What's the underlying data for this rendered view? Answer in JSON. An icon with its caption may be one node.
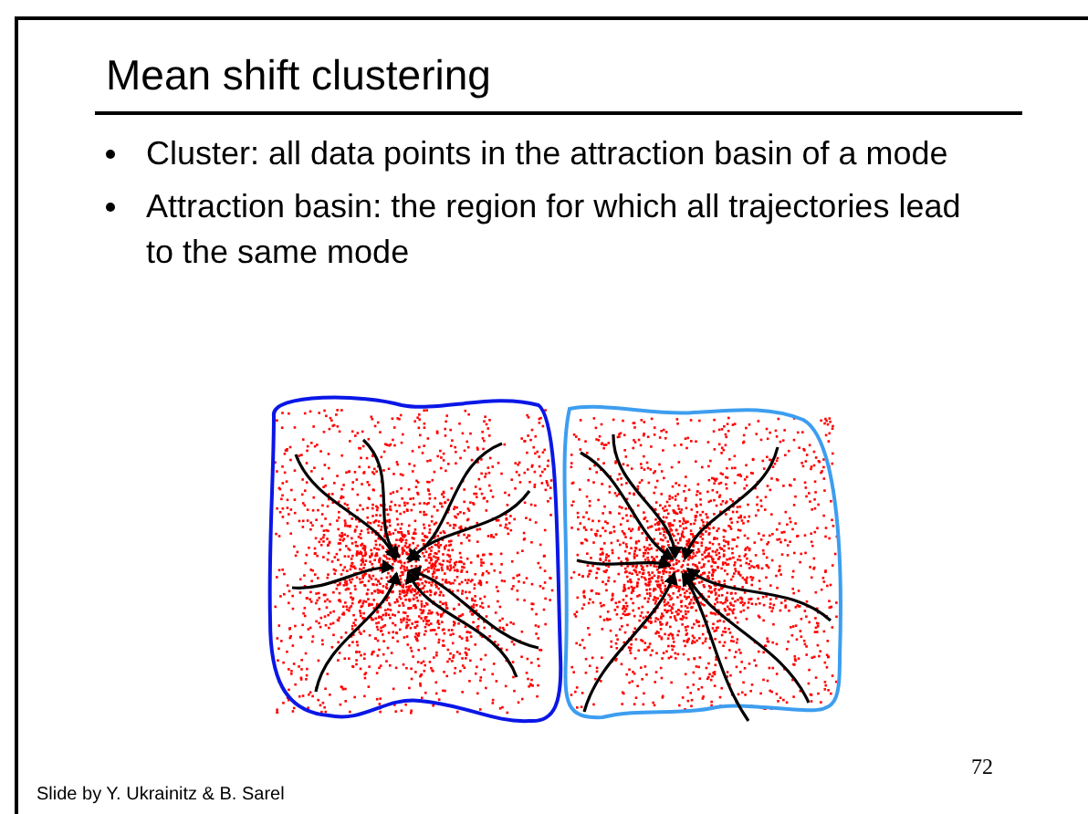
{
  "diagram": {
    "title": "Mean shift clustering",
    "labels": [
      "Cluster: all data points in the attraction basin of a mode",
      "Attraction basin: the region for which all trajectories lead to the same mode",
      "72",
      "Slide by Y. Ukrainitz & B. Sarel"
    ]
  }
}
